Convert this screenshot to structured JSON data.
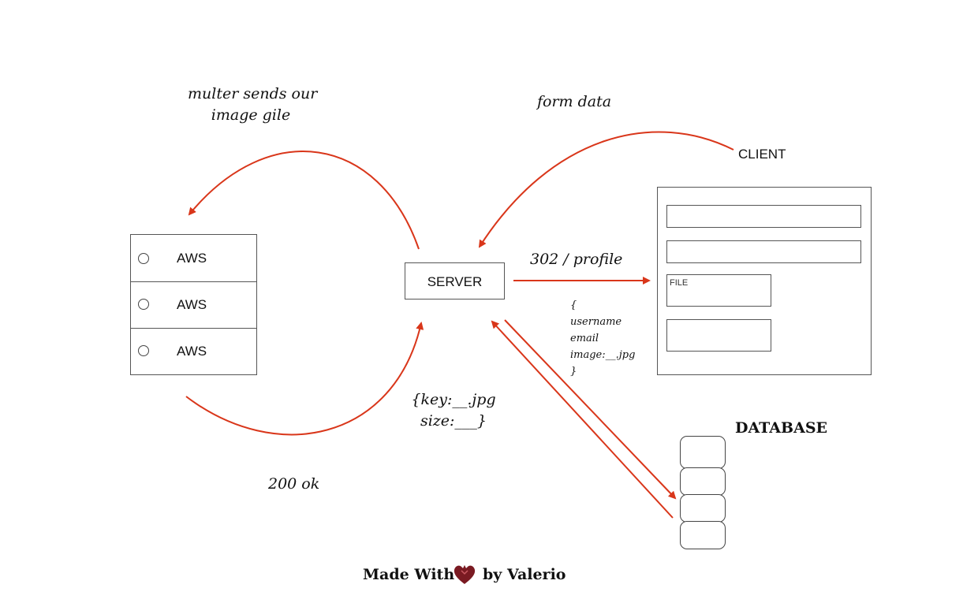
{
  "labels": {
    "multer_line1": "multer sends our",
    "multer_line2": "image gile",
    "form_data": "form data",
    "client": "CLIENT",
    "server": "SERVER",
    "redirect": "302 / profile",
    "payload_open": "{",
    "payload_username": "username",
    "payload_email": "email",
    "payload_image": "image:__.jpg",
    "payload_close": "}",
    "key_line1": "{key:__.jpg",
    "key_line2": "size:___}",
    "ok": "200 ok",
    "database": "DATABASE"
  },
  "aws": {
    "items": [
      {
        "label": "AWS"
      },
      {
        "label": "AWS"
      },
      {
        "label": "AWS"
      }
    ]
  },
  "client_form": {
    "file_label": "FILE"
  },
  "footer": {
    "made_with": "Made With",
    "by": "by Valerio",
    "heart_icon": "heart-icon"
  },
  "colors": {
    "arrow": "#d9361a",
    "border": "#555555",
    "heart": "#7a1a22"
  }
}
